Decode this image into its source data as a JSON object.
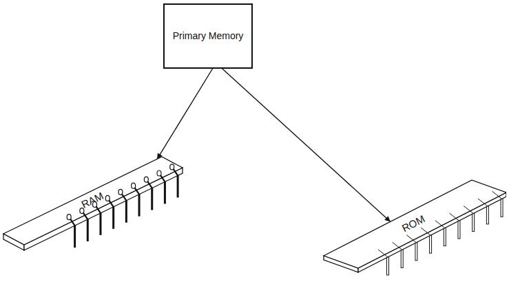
{
  "diagram": {
    "nodes": [
      {
        "text": [
          "Primary Memory"
        ]
      },
      {
        "text": [
          "RAM"
        ]
      },
      {
        "text": [
          "ROM"
        ]
      }
    ],
    "edges": [
      {
        "from": 0,
        "to": 1,
        "arrow": "to"
      },
      {
        "from": 0,
        "to": 2,
        "arrow": "to"
      }
    ]
  }
}
